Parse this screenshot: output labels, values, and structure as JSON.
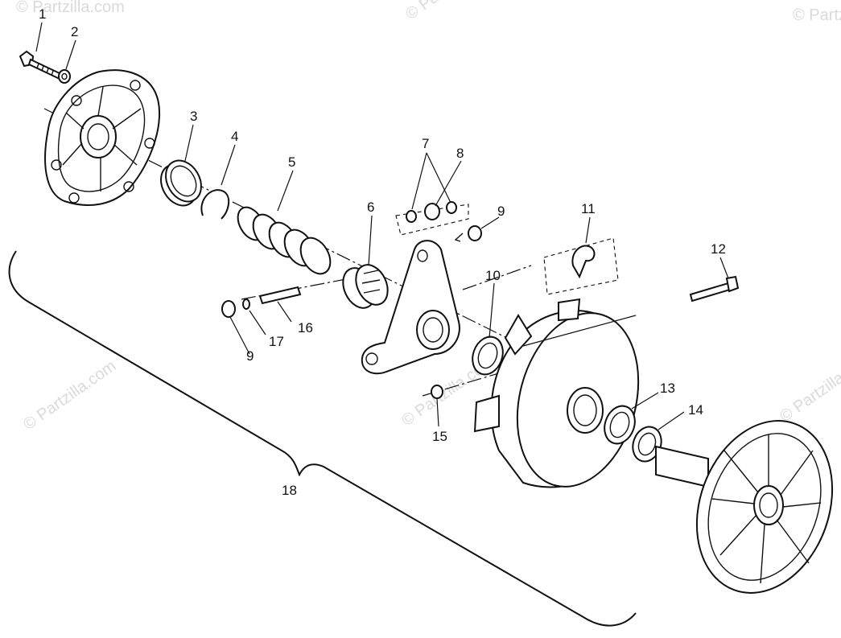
{
  "diagram": {
    "callouts": [
      "1",
      "2",
      "3",
      "4",
      "5",
      "6",
      "7",
      "8",
      "9",
      "9",
      "10",
      "11",
      "12",
      "13",
      "14",
      "15",
      "16",
      "17",
      "18"
    ]
  },
  "watermarks": [
    "© Partzilla.com",
    "© Partzilla.com",
    "© Partzilla.com",
    "© Partzilla.com",
    "© Partzilla.com",
    "© Partzilla.com"
  ]
}
